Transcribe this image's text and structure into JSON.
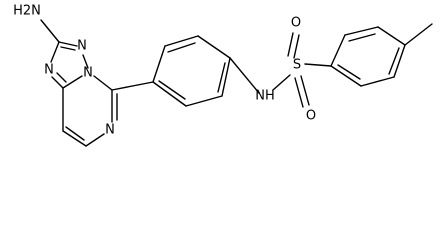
{
  "atoms": {
    "nh2": "H2N",
    "triazole_n_top": "N",
    "triazole_n_left": "N",
    "bridge_n": "N",
    "pyrimidine_n": "N",
    "sulfonamide_nh": "NH",
    "sulfur": "S",
    "oxygen_top": "O",
    "oxygen_bottom": "O"
  }
}
